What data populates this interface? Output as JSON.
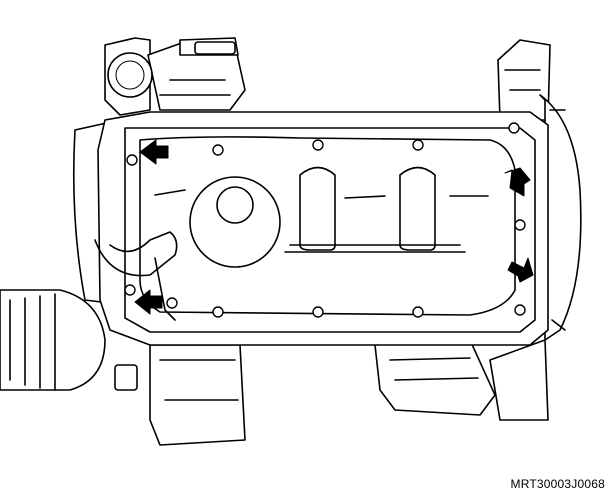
{
  "figure": {
    "reference_code": "MRT30003J0068",
    "icons": [
      "oil-pan-drawing",
      "direction-arrow-icon"
    ],
    "arrow_count": 4,
    "arrow_color": "#000000"
  }
}
